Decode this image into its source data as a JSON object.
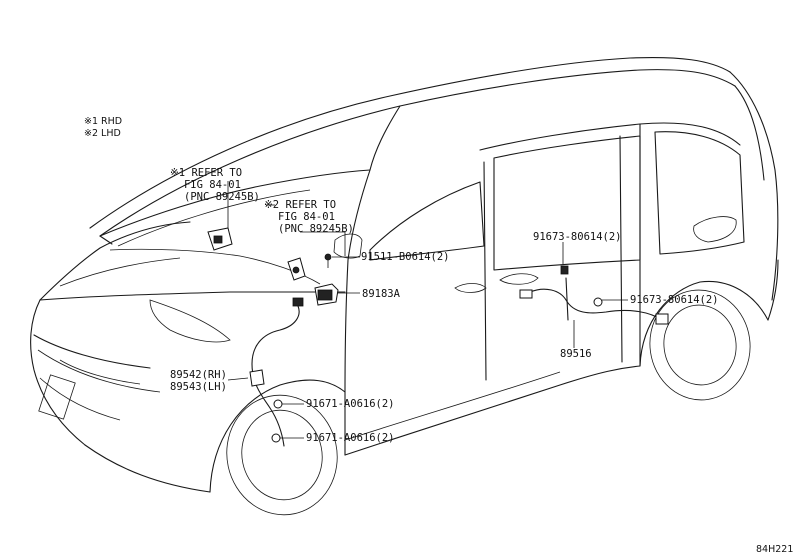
{
  "legend": {
    "rhd": "※1 RHD",
    "lhd": "※2 LHD"
  },
  "callouts": {
    "refer1": [
      "※1 REFER TO",
      "FIG 84-01",
      "(PNC 89245B)"
    ],
    "refer2": [
      "※2 REFER TO",
      "FIG 84-01",
      "(PNC 89245B)"
    ],
    "p91511": "91511-B0614(2)",
    "p89183A": "89183A",
    "p91673_top": "91673-80614(2)",
    "p91673_right": "91673-80614(2)",
    "p89516": "89516",
    "p89542": "89542(RH)",
    "p89543": "89543(LH)",
    "p91671_a": "91671-A0616(2)",
    "p91671_b": "91671-A0616(2)"
  },
  "figure_code": "84H221"
}
